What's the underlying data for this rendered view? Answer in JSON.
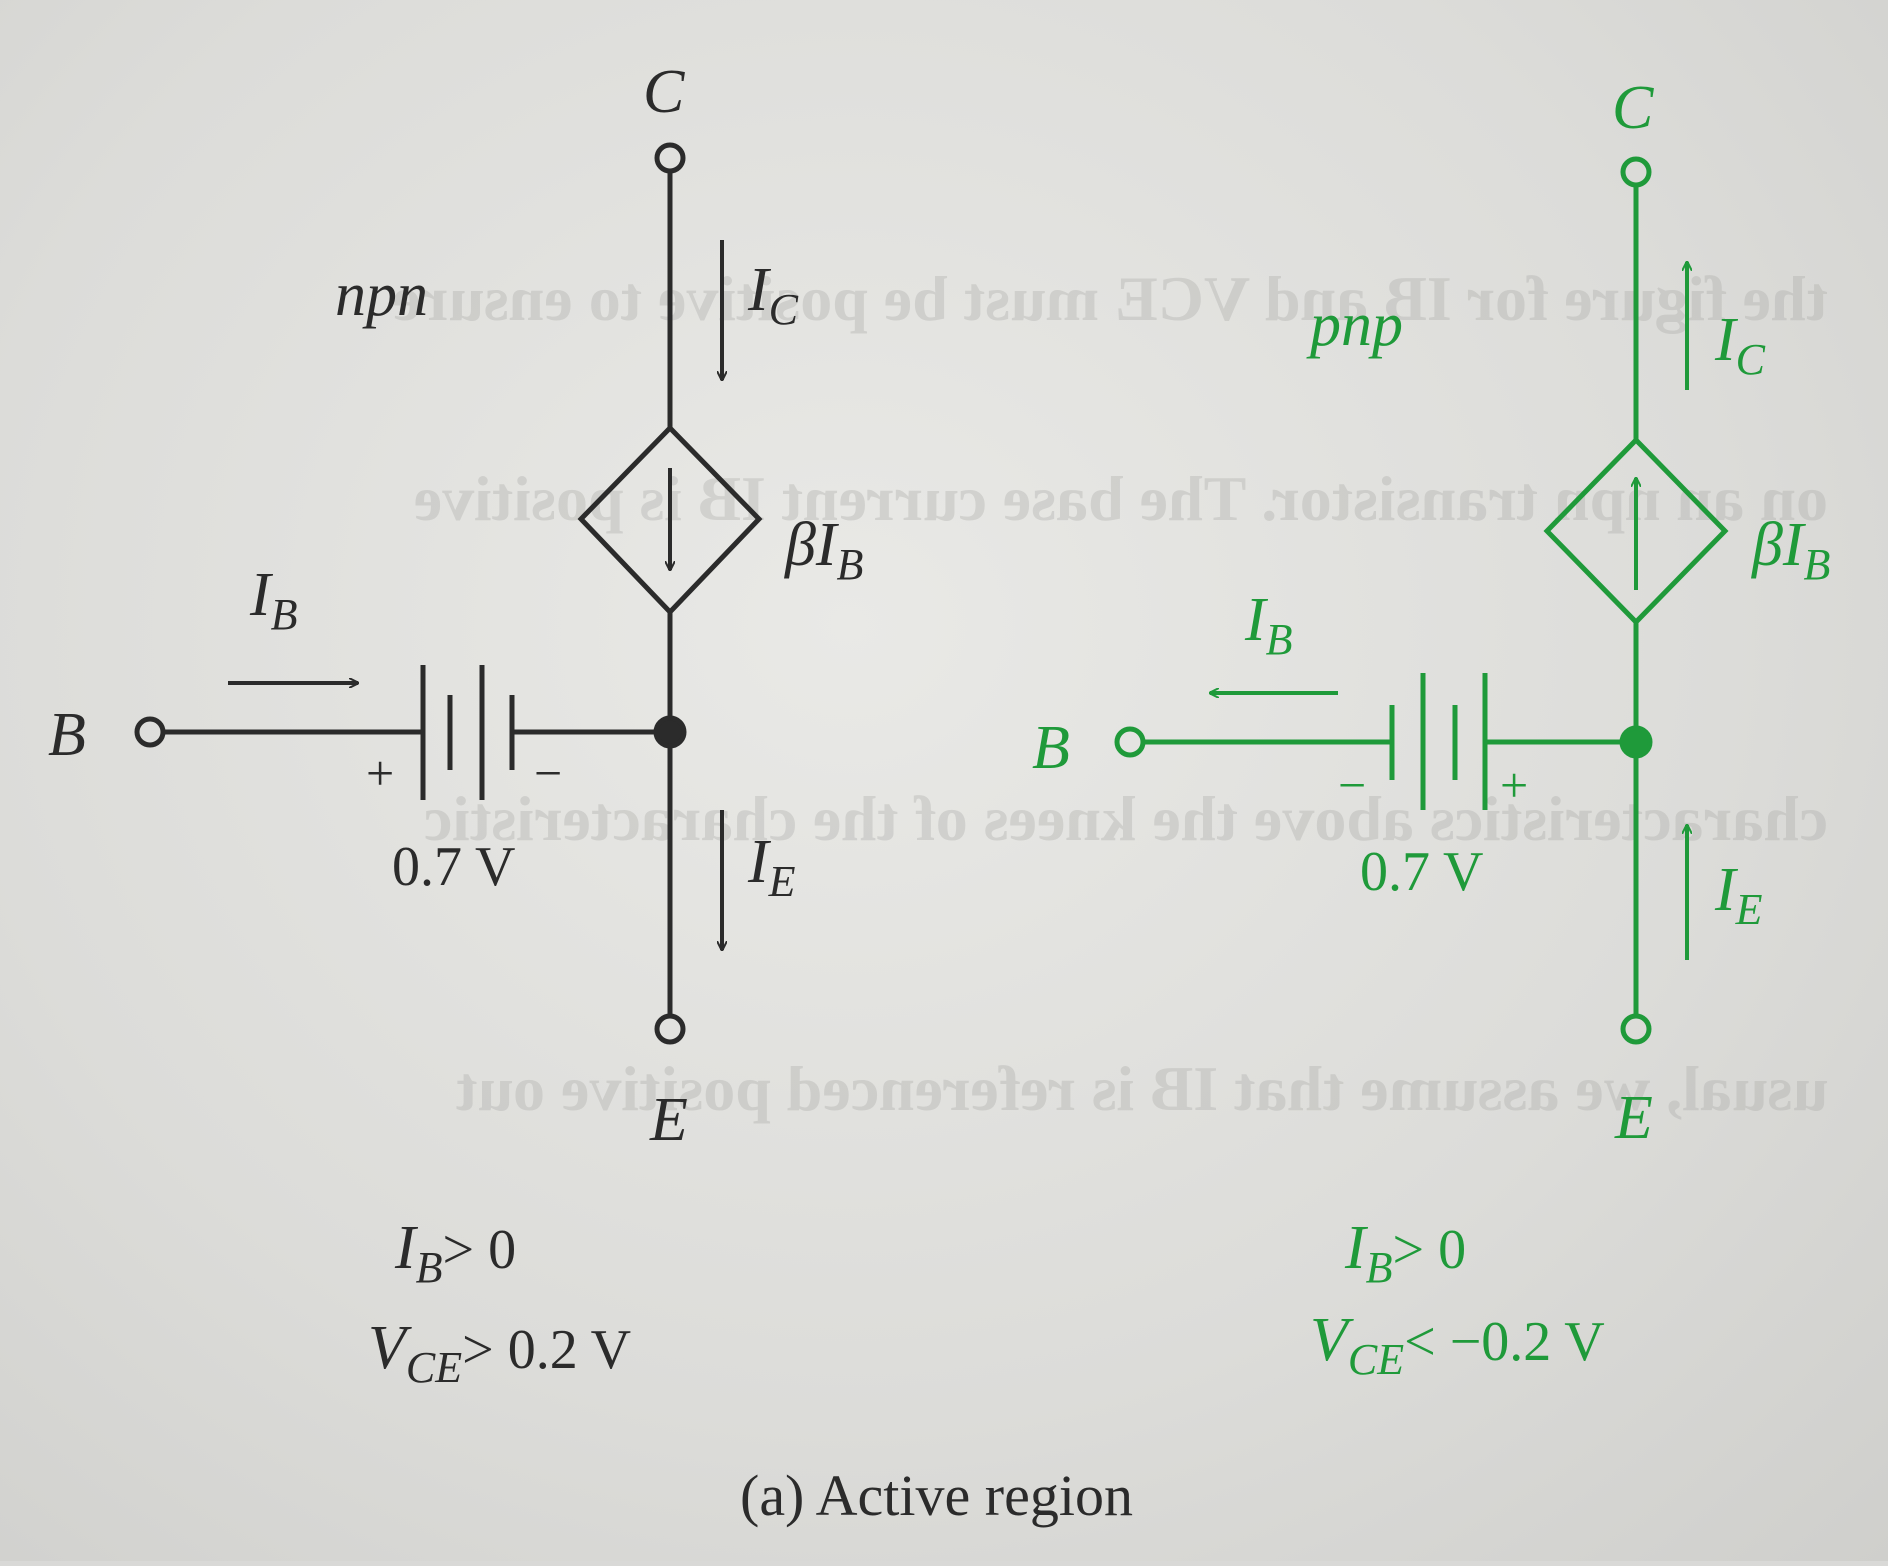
{
  "figure": {
    "caption": "(a) Active region",
    "colors": {
      "npn": "#2b2b2b",
      "pnp": "#1f9a3a",
      "background": "#e4e4e1"
    }
  },
  "npn": {
    "type_label": "npn",
    "collector": "C",
    "emitter": "E",
    "base": "B",
    "ic_main": "I",
    "ic_sub": "C",
    "ie_main": "I",
    "ie_sub": "E",
    "ib_main": "I",
    "ib_sub": "B",
    "source_beta": "β",
    "source_i": "I",
    "source_sub": "B",
    "battery_voltage": "0.7 V",
    "battery_plus": "+",
    "battery_minus": "−",
    "cond1_main": "I",
    "cond1_sub": "B",
    "cond1_rel": "> 0",
    "cond2_main": "V",
    "cond2_sub": "CE",
    "cond2_rel": "> 0.2 V"
  },
  "pnp": {
    "type_label": "pnp",
    "collector": "C",
    "emitter": "E",
    "base": "B",
    "ic_main": "I",
    "ic_sub": "C",
    "ie_main": "I",
    "ie_sub": "E",
    "ib_main": "I",
    "ib_sub": "B",
    "source_beta": "β",
    "source_i": "I",
    "source_sub": "B",
    "battery_voltage": "0.7 V",
    "battery_plus": "+",
    "battery_minus": "−",
    "cond1_main": "I",
    "cond1_sub": "B",
    "cond1_rel": "> 0",
    "cond2_main": "V",
    "cond2_sub": "CE",
    "cond2_rel": "< −0.2 V"
  }
}
